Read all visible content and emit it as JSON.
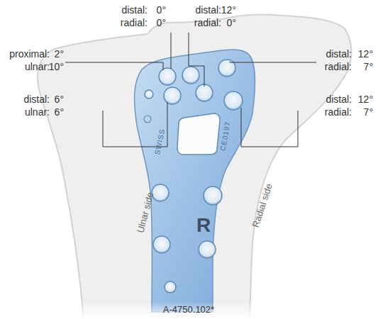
{
  "diagram": {
    "caption": "A-4750.102*",
    "labels": [
      "distal:",
      "0°",
      "radial:",
      "0°",
      "distal:",
      "12°",
      "radial:",
      "0°",
      "proximal:",
      "2°",
      "ulnar:",
      "10°",
      "distal:",
      "12°",
      "radial:",
      "7°",
      "distal:",
      "6°",
      "ulnar:",
      "6°",
      "distal:",
      "12°",
      "radial:",
      "7°",
      "SWISS",
      "CE0197",
      "R",
      "Ulnar side",
      "Radial side"
    ]
  }
}
